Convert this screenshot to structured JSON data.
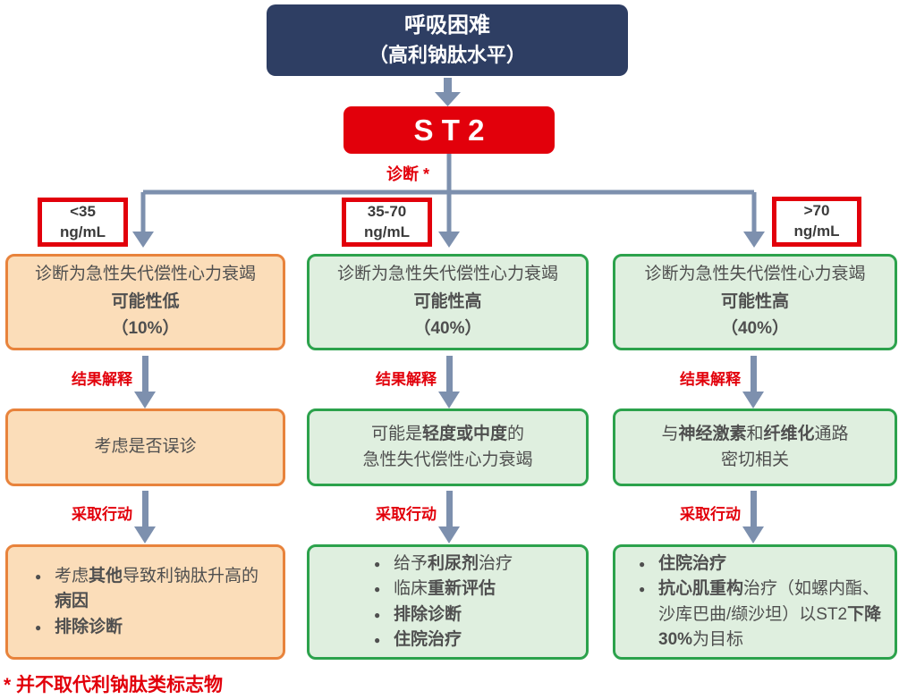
{
  "root": {
    "lines": [
      "呼吸困难",
      "（高利钠肽水平）"
    ]
  },
  "st2_label": "ST2",
  "labels": {
    "diagnosis": "诊断 *",
    "interpret": "结果解释",
    "action": "采取行动"
  },
  "footnote": "* 并不取代利钠肽类标志物",
  "colors": {
    "navy": "#2E3E63",
    "red": "#E2000B",
    "arrow": "#7D90AE",
    "orange_fill": "#FBDDB9",
    "orange_border": "#E8833C",
    "green_fill": "#DFEFDF",
    "green_border": "#2CA24C",
    "text": "#4F4F4F"
  },
  "columns": [
    {
      "threshold": [
        "<35",
        "ng/mL"
      ],
      "tone": "orange",
      "box1": {
        "lines": [
          [
            {
              "t": "诊断为急性失代偿性心力衰竭",
              "b": false
            }
          ],
          [
            {
              "t": "可能性低",
              "b": true
            }
          ],
          [
            {
              "t": "（10%）",
              "b": true
            }
          ]
        ]
      },
      "box2": {
        "lines": [
          [
            {
              "t": "考虑是否误诊",
              "b": false
            }
          ]
        ]
      },
      "box3": {
        "bullets": [
          [
            {
              "t": "考虑",
              "b": false
            },
            {
              "t": "其他",
              "b": true
            },
            {
              "t": "导致利钠肽升高的",
              "b": false
            },
            {
              "t": "病因",
              "b": true
            }
          ],
          [
            {
              "t": "排除诊断",
              "b": true
            }
          ]
        ]
      }
    },
    {
      "threshold": [
        "35-70",
        "ng/mL"
      ],
      "tone": "green",
      "box1": {
        "lines": [
          [
            {
              "t": "诊断为急性失代偿性心力衰竭",
              "b": false
            }
          ],
          [
            {
              "t": "可能性高",
              "b": true
            }
          ],
          [
            {
              "t": "（40%）",
              "b": true
            }
          ]
        ]
      },
      "box2": {
        "lines": [
          [
            {
              "t": "可能是",
              "b": false
            },
            {
              "t": "轻度或中度",
              "b": true
            },
            {
              "t": "的",
              "b": false
            }
          ],
          [
            {
              "t": "急性失代偿性心力衰竭",
              "b": false
            }
          ]
        ]
      },
      "box3": {
        "bullets": [
          [
            {
              "t": "给予",
              "b": false
            },
            {
              "t": "利尿剂",
              "b": true
            },
            {
              "t": "治疗",
              "b": false
            }
          ],
          [
            {
              "t": "临床",
              "b": false
            },
            {
              "t": "重新评估",
              "b": true
            }
          ],
          [
            {
              "t": "排除诊断",
              "b": true
            }
          ],
          [
            {
              "t": "住院治疗",
              "b": true
            }
          ]
        ]
      }
    },
    {
      "threshold": [
        ">70",
        "ng/mL"
      ],
      "tone": "green",
      "box1": {
        "lines": [
          [
            {
              "t": "诊断为急性失代偿性心力衰竭",
              "b": false
            }
          ],
          [
            {
              "t": "可能性高",
              "b": true
            }
          ],
          [
            {
              "t": "（40%）",
              "b": true
            }
          ]
        ]
      },
      "box2": {
        "lines": [
          [
            {
              "t": "与",
              "b": false
            },
            {
              "t": "神经激素",
              "b": true
            },
            {
              "t": "和",
              "b": false
            },
            {
              "t": "纤维化",
              "b": true
            },
            {
              "t": "通路",
              "b": false
            }
          ],
          [
            {
              "t": "密切相关",
              "b": false
            }
          ]
        ]
      },
      "box3": {
        "bullets": [
          [
            {
              "t": "住院治疗",
              "b": true
            }
          ],
          [
            {
              "t": "抗心肌重构",
              "b": true
            },
            {
              "t": "治疗（如螺内酯、沙库巴曲/缬沙坦）以ST2",
              "b": false
            },
            {
              "t": "下降30%",
              "b": true
            },
            {
              "t": "为目标",
              "b": false
            }
          ]
        ]
      }
    }
  ]
}
